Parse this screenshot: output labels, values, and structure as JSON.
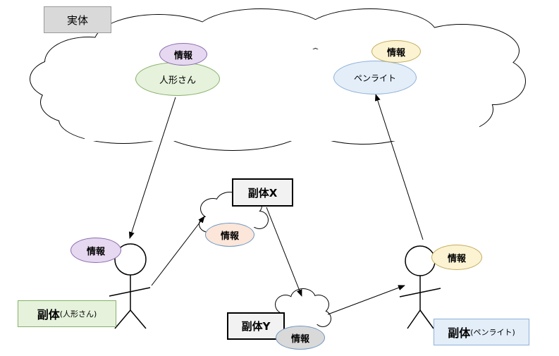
{
  "labels": {
    "entity_title": "実体",
    "info": "情報",
    "doll": "人形さん",
    "penlight": "ペンライト",
    "sub_x": "副体X",
    "sub_y": "副体Y",
    "sub_doll_main": "副体",
    "sub_doll_paren": "(人形さん)",
    "sub_penlight_main": "副体",
    "sub_penlight_paren": "(ペンライト)"
  },
  "colors": {
    "purple_fill": "#e6d8f0",
    "purple_stroke": "#8a6bb0",
    "green_fill": "#e6f2dc",
    "green_stroke": "#86b06a",
    "yellow_fill": "#fbf3d2",
    "yellow_stroke": "#c4ac5c",
    "blue_fill": "#e3eef9",
    "blue_stroke": "#8fb0d8",
    "peach_fill": "#fbe6d9",
    "peach_stroke": "#6d95c2",
    "gray_fill": "#d9d9d9",
    "gray_stroke": "#9a9a9a"
  }
}
